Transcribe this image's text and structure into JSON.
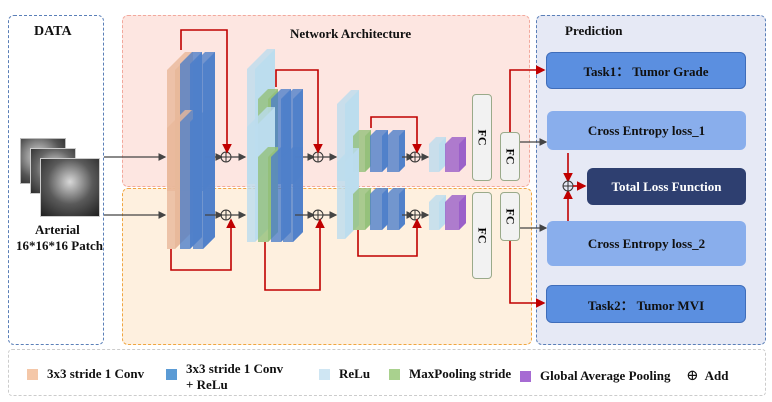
{
  "sections": {
    "data_title": "DATA",
    "network_title": "Network Architecture",
    "prediction_title": "Prediction"
  },
  "input": {
    "line1": "Arterial",
    "line2": "16*16*16 Patch",
    "image_icon": "ct-scan-patch-stack"
  },
  "fc_label": "FC",
  "prediction": {
    "task1": "Task1： Tumor Grade",
    "loss1": "Cross Entropy loss_1",
    "total": "Total Loss Function",
    "loss2": "Cross Entropy loss_2",
    "task2": "Task2： Tumor MVI"
  },
  "legend": [
    {
      "label": "3x3 stride 1 Conv",
      "color": "#f4c7a8"
    },
    {
      "label": "3x3 stride 1 Conv",
      "label2": "+ ReLu",
      "color": "#5b9bd5"
    },
    {
      "label": "ReLu",
      "color": "#cfe6f3"
    },
    {
      "label": "MaxPooling stride",
      "color": "#a9d18e"
    },
    {
      "label": "Global Average Pooling",
      "color": "#a66bd3"
    },
    {
      "label": "Add",
      "symbol": "⊕"
    }
  ],
  "colors": {
    "conv": "#e8b89a",
    "conv_relu": "#4f7fc9",
    "relu": "#bcdcee",
    "maxpool": "#94c07a",
    "gap": "#9a5fc8",
    "skip": "#c00000",
    "network_top_bg": "#fde6e1",
    "network_bottom_bg": "#fef0df",
    "prediction_bg": "#e6e9f5",
    "task_box": "#5b8fe0",
    "loss_box": "#89aeec",
    "total_box": "#2e3f70"
  }
}
